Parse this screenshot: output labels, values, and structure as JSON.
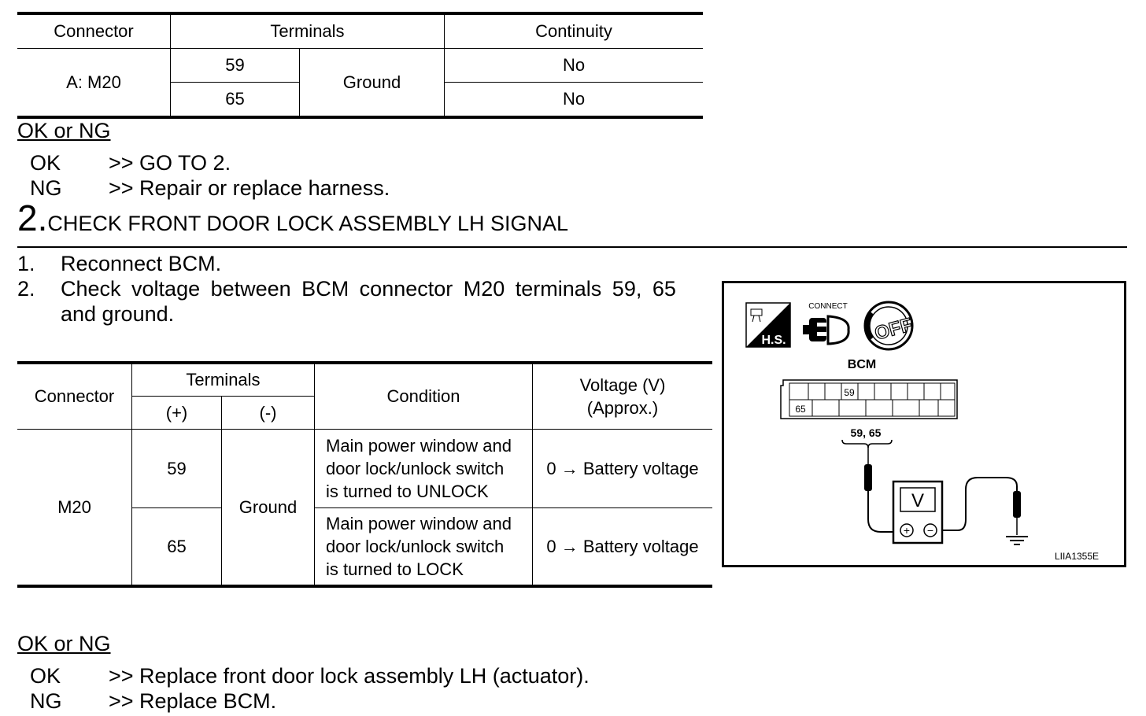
{
  "table1": {
    "headers": [
      "Connector",
      "Terminals",
      "Continuity"
    ],
    "connector": "A: M20",
    "terminals": [
      "59",
      "65"
    ],
    "ground": "Ground",
    "continuity": [
      "No",
      "No"
    ]
  },
  "okng1": {
    "title": "OK or NG",
    "ok_code": "OK",
    "ok_text": ">> GO TO 2.",
    "ng_code": "NG",
    "ng_text": ">> Repair or replace harness."
  },
  "step2": {
    "number": "2.",
    "title": "CHECK FRONT DOOR LOCK ASSEMBLY LH SIGNAL",
    "item1_num": "1.",
    "item1": "Reconnect BCM.",
    "item2_num": "2.",
    "item2_line1": "Check voltage between BCM connector M20 terminals 59, 65",
    "item2_line2": "and ground."
  },
  "table2": {
    "h_connector": "Connector",
    "h_terminals": "Terminals",
    "h_plus": "(+)",
    "h_minus": "(-)",
    "h_condition": "Condition",
    "h_voltage_1": "Voltage (V)",
    "h_voltage_2": "(Approx.)",
    "connector": "M20",
    "ground": "Ground",
    "rows": [
      {
        "terminal": "59",
        "cond_1": "Main power window and",
        "cond_2": "door lock/unlock switch",
        "cond_3": "is turned to UNLOCK",
        "voltage": "0 → Battery voltage"
      },
      {
        "terminal": "65",
        "cond_1": "Main power window and",
        "cond_2": "door lock/unlock switch",
        "cond_3": "is turned to LOCK",
        "voltage": "0 → Battery voltage"
      }
    ]
  },
  "diagram": {
    "hs_label": "H.S.",
    "connect_label": "CONNECT",
    "off_label": "OFF",
    "bcm_label": "BCM",
    "pin_59": "59",
    "pin_65": "65",
    "terminals_label": "59, 65",
    "meter_label": "V",
    "plus": "+",
    "minus": "−",
    "code": "LIIA1355E"
  },
  "okng2": {
    "title": "OK or NG",
    "ok_code": "OK",
    "ok_text": ">> Replace front door lock assembly LH (actuator).",
    "ng_code": "NG",
    "ng_text": ">> Replace BCM."
  }
}
